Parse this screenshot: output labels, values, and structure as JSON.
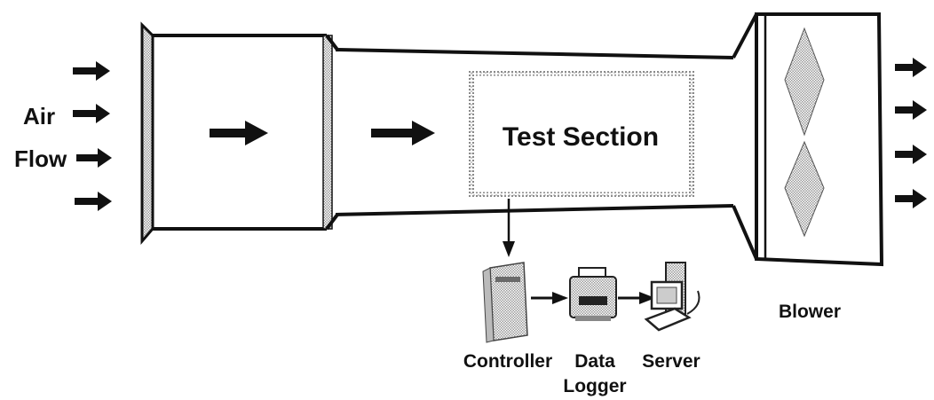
{
  "labels": {
    "air": "Air",
    "flow": "Flow",
    "test_section": "Test Section",
    "blower": "Blower",
    "controller": "Controller",
    "data_line1": "Data",
    "data_line2": "Logger",
    "server": "Server"
  },
  "colors": {
    "stroke": "#111111",
    "hatch": "#9a9a9a",
    "background": "#ffffff"
  },
  "icons": [
    "flow-arrow",
    "controller-icon",
    "data-logger-icon",
    "server-computer-icon",
    "fan-blade-icon"
  ]
}
